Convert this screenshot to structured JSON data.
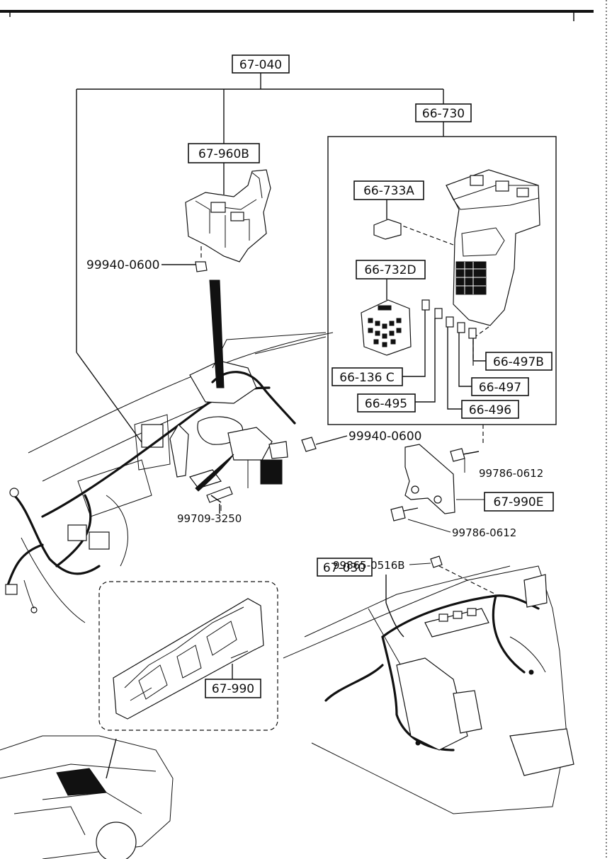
{
  "labels": {
    "l67040": "67-040",
    "l66730": "66-730",
    "l67960b": "67-960B",
    "l66733a": "66-733A",
    "l66732d": "66-732D",
    "l99940a": "99940-0600",
    "l99940b": "99940-0600",
    "l66136c": "66-136 C",
    "l66495": "66-495",
    "l66496": "66-496",
    "l66497": "66-497",
    "l66497b": "66-497B",
    "l99786a": "99786-0612",
    "l99786b": "99786-0612",
    "l67990e": "67-990E",
    "l99709": "99709-3250",
    "l99865": "99865-0516B",
    "l67030": "67-030",
    "l67990": "67-990"
  }
}
